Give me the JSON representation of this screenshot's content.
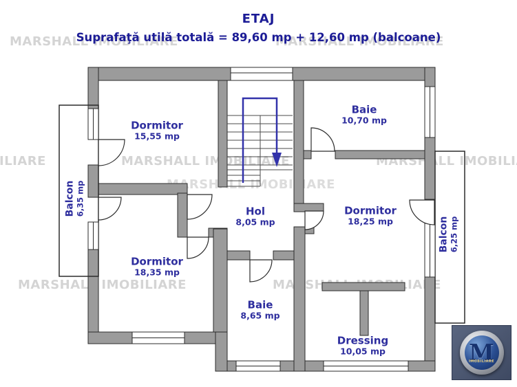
{
  "title": "ETAJ",
  "subtitle": "Suprafaţă utilă totală = 89,60 mp + 12,60 mp (balcoane)",
  "watermark": "MARSHALL IMOBILIARE",
  "rooms": [
    {
      "name": "Dormitor",
      "area": "15,55 mp"
    },
    {
      "name": "Baie",
      "area": "10,70 mp"
    },
    {
      "name": "Hol",
      "area": "8,05 mp"
    },
    {
      "name": "Dormitor",
      "area": "18,25 mp"
    },
    {
      "name": "Dormitor",
      "area": "18,35 mp"
    },
    {
      "name": "Baie",
      "area": "8,65 mp"
    },
    {
      "name": "Dressing",
      "area": "10,05 mp"
    },
    {
      "name": "Balcon",
      "area": "6,35 mp"
    },
    {
      "name": "Balcon",
      "area": "6,25 mp"
    }
  ],
  "logo": {
    "letter": "M",
    "caption": "IMOBILIARE"
  },
  "stairs": {
    "direction": "down",
    "arrow_color": "#3232aa"
  },
  "colors": {
    "label_text": "#2e2e9e",
    "title_text": "#1c1c96",
    "wall_fill": "#9b9b9b",
    "wall_outline": "#2b2b2b",
    "watermark": "#d4d4d4",
    "logo_bg": "#4d5974"
  }
}
